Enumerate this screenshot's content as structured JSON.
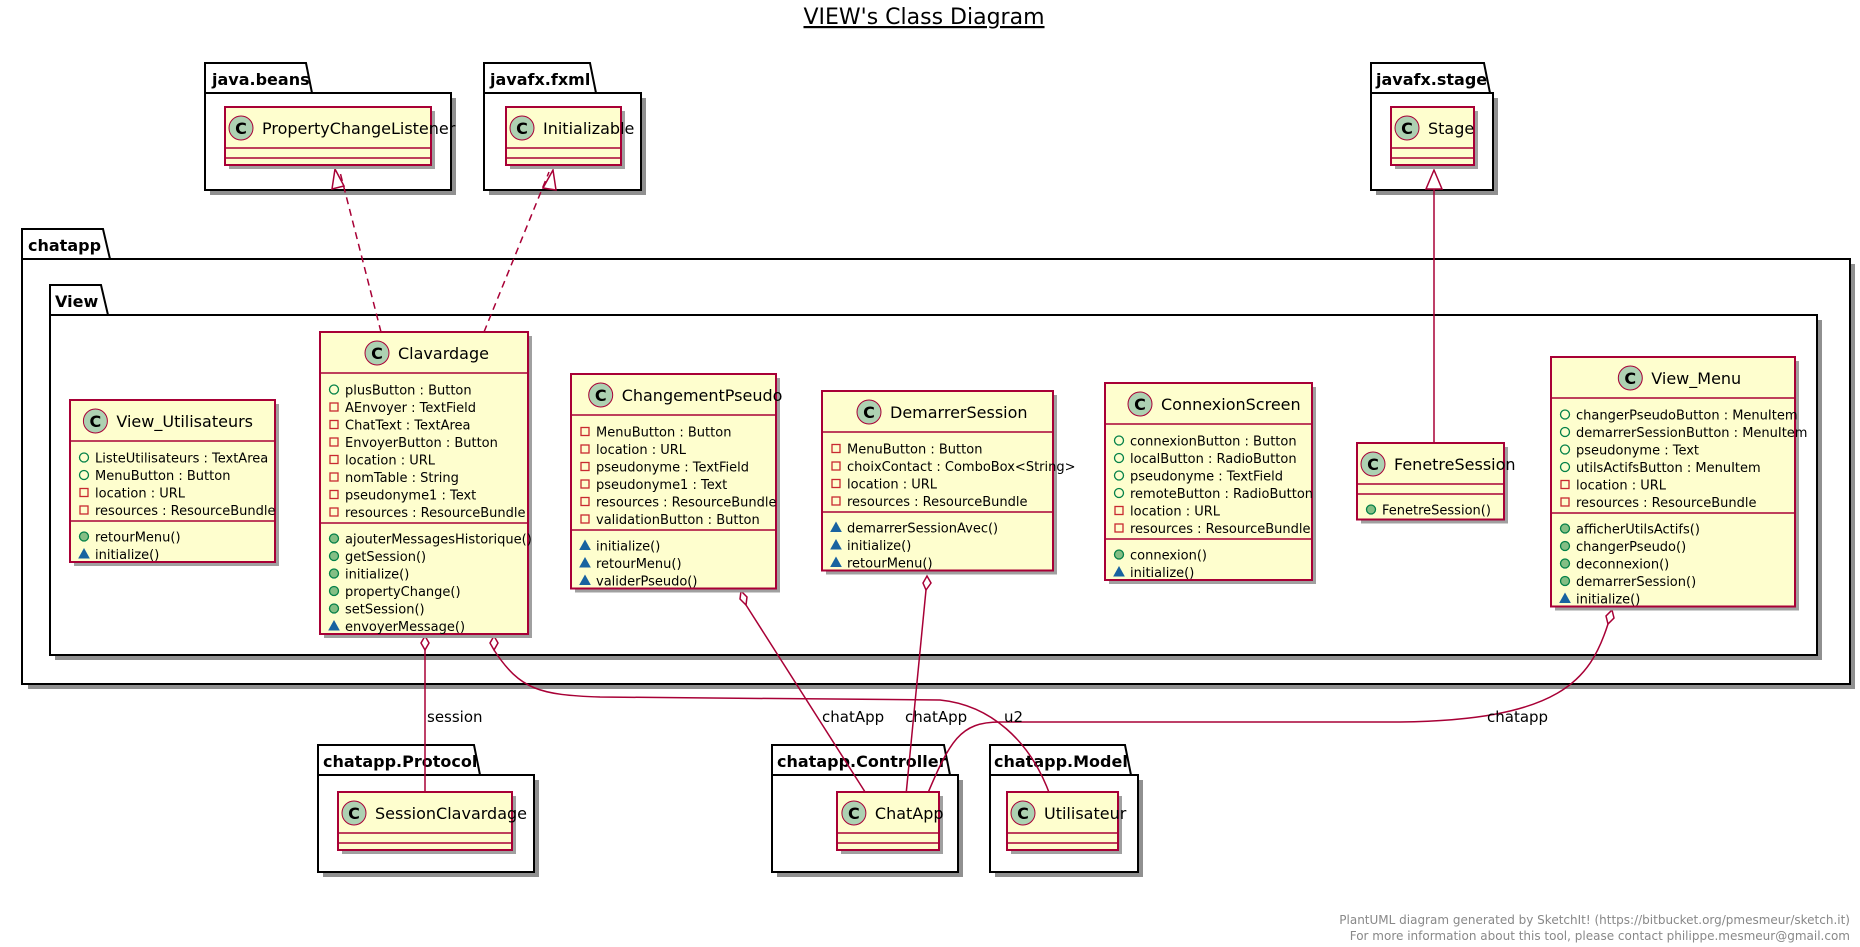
{
  "title": "VIEW's Class Diagram",
  "footer": {
    "line1": "PlantUML diagram generated by SketchIt! (https://bitbucket.org/pmesmeur/sketch.it)",
    "line2": "For more information about this tool, please contact philippe.mesmeur@gmail.com"
  },
  "packages": {
    "java_beans": "java.beans",
    "javafx_fxml": "javafx.fxml",
    "javafx_stage": "javafx.stage",
    "chatapp": "chatapp",
    "view": "View",
    "protocol": "chatapp.Protocol",
    "controller": "chatapp.Controller",
    "model": "chatapp.Model"
  },
  "classes": {
    "property_change_listener": {
      "name": "PropertyChangeListener"
    },
    "initializable": {
      "name": "Initializable"
    },
    "stage": {
      "name": "Stage"
    },
    "session_clavardage": {
      "name": "SessionClavardage"
    },
    "chat_app": {
      "name": "ChatApp"
    },
    "utilisateur": {
      "name": "Utilisateur"
    },
    "view_utilisateurs": {
      "name": "View_Utilisateurs",
      "fields": [
        {
          "vis": "public",
          "text": "ListeUtilisateurs : TextArea"
        },
        {
          "vis": "public",
          "text": "MenuButton : Button"
        },
        {
          "vis": "private",
          "text": "location : URL"
        },
        {
          "vis": "private",
          "text": "resources : ResourceBundle"
        }
      ],
      "methods": [
        {
          "vis": "public",
          "text": "retourMenu()"
        },
        {
          "vis": "package",
          "text": "initialize()"
        }
      ]
    },
    "clavardage": {
      "name": "Clavardage",
      "fields": [
        {
          "vis": "public",
          "text": "plusButton : Button"
        },
        {
          "vis": "private",
          "text": "AEnvoyer : TextField"
        },
        {
          "vis": "private",
          "text": "ChatText : TextArea"
        },
        {
          "vis": "private",
          "text": "EnvoyerButton : Button"
        },
        {
          "vis": "private",
          "text": "location : URL"
        },
        {
          "vis": "private",
          "text": "nomTable : String"
        },
        {
          "vis": "private",
          "text": "pseudonyme1 : Text"
        },
        {
          "vis": "private",
          "text": "resources : ResourceBundle"
        }
      ],
      "methods": [
        {
          "vis": "public",
          "text": "ajouterMessagesHistorique()"
        },
        {
          "vis": "public",
          "text": "getSession()"
        },
        {
          "vis": "public",
          "text": "initialize()"
        },
        {
          "vis": "public",
          "text": "propertyChange()"
        },
        {
          "vis": "public",
          "text": "setSession()"
        },
        {
          "vis": "package",
          "text": "envoyerMessage()"
        }
      ]
    },
    "changement_pseudo": {
      "name": "ChangementPseudo",
      "fields": [
        {
          "vis": "private",
          "text": "MenuButton : Button"
        },
        {
          "vis": "private",
          "text": "location : URL"
        },
        {
          "vis": "private",
          "text": "pseudonyme : TextField"
        },
        {
          "vis": "private",
          "text": "pseudonyme1 : Text"
        },
        {
          "vis": "private",
          "text": "resources : ResourceBundle"
        },
        {
          "vis": "private",
          "text": "validationButton : Button"
        }
      ],
      "methods": [
        {
          "vis": "package",
          "text": "initialize()"
        },
        {
          "vis": "package",
          "text": "retourMenu()"
        },
        {
          "vis": "package",
          "text": "validerPseudo()"
        }
      ]
    },
    "demarrer_session": {
      "name": "DemarrerSession",
      "fields": [
        {
          "vis": "private",
          "text": "MenuButton : Button"
        },
        {
          "vis": "private",
          "text": "choixContact : ComboBox<String>"
        },
        {
          "vis": "private",
          "text": "location : URL"
        },
        {
          "vis": "private",
          "text": "resources : ResourceBundle"
        }
      ],
      "methods": [
        {
          "vis": "package",
          "text": "demarrerSessionAvec()"
        },
        {
          "vis": "package",
          "text": "initialize()"
        },
        {
          "vis": "package",
          "text": "retourMenu()"
        }
      ]
    },
    "connexion_screen": {
      "name": "ConnexionScreen",
      "fields": [
        {
          "vis": "public",
          "text": "connexionButton : Button"
        },
        {
          "vis": "public",
          "text": "localButton : RadioButton"
        },
        {
          "vis": "public",
          "text": "pseudonyme : TextField"
        },
        {
          "vis": "public",
          "text": "remoteButton : RadioButton"
        },
        {
          "vis": "private",
          "text": "location : URL"
        },
        {
          "vis": "private",
          "text": "resources : ResourceBundle"
        }
      ],
      "methods": [
        {
          "vis": "public",
          "text": "connexion()"
        },
        {
          "vis": "package",
          "text": "initialize()"
        }
      ]
    },
    "fenetre_session": {
      "name": "FenetreSession",
      "fields": [],
      "methods": [
        {
          "vis": "public",
          "text": "FenetreSession()"
        }
      ]
    },
    "view_menu": {
      "name": "View_Menu",
      "fields": [
        {
          "vis": "public",
          "text": "changerPseudoButton : MenuItem"
        },
        {
          "vis": "public",
          "text": "demarrerSessionButton : MenuItem"
        },
        {
          "vis": "public",
          "text": "pseudonyme : Text"
        },
        {
          "vis": "public",
          "text": "utilsActifsButton : MenuItem"
        },
        {
          "vis": "private",
          "text": "location : URL"
        },
        {
          "vis": "private",
          "text": "resources : ResourceBundle"
        }
      ],
      "methods": [
        {
          "vis": "public",
          "text": "afficherUtilsActifs()"
        },
        {
          "vis": "public",
          "text": "changerPseudo()"
        },
        {
          "vis": "public",
          "text": "deconnexion()"
        },
        {
          "vis": "public",
          "text": "demarrerSession()"
        },
        {
          "vis": "package",
          "text": "initialize()"
        }
      ]
    }
  },
  "relation_labels": {
    "session": "session",
    "chatapp_from_changement": "chatApp",
    "chatapp_from_demarrer": "chatApp",
    "u2": "u2",
    "chatapp_from_menu": "chatapp"
  }
}
